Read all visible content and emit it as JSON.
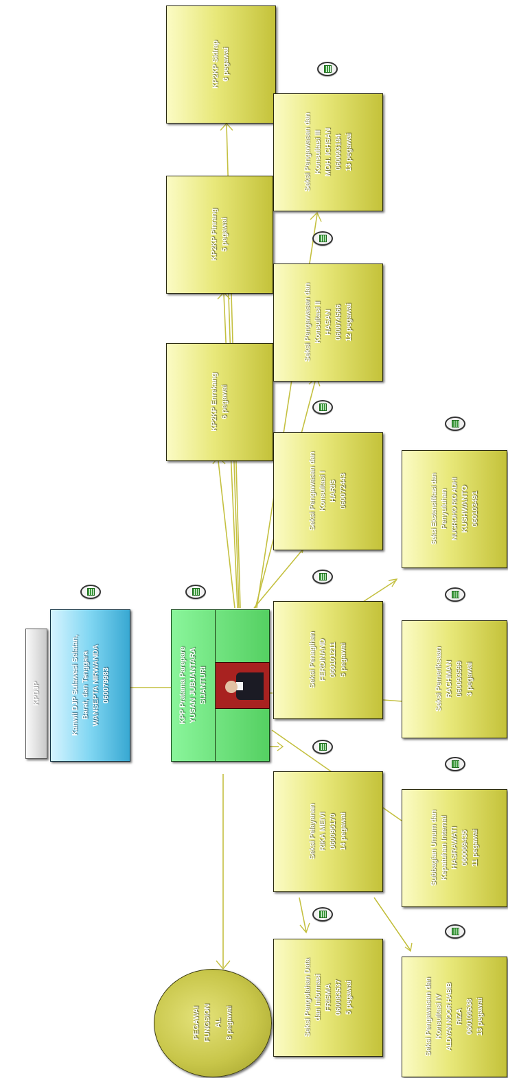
{
  "org_chart": {
    "nodes": {
      "kpdjp": {
        "lines": [
          "KPDJP"
        ]
      },
      "kanwil": {
        "lines": [
          "Kanwil DJP Sulawesi Selatan,",
          "Barat, dan Tenggara",
          "WANSEPTA NIRWANDA",
          "060079983"
        ]
      },
      "kpp": {
        "lines": [
          "KPP Pratama Parepare",
          "YUSAN JUBJANTARA",
          "SIJANTURI"
        ]
      },
      "kp2kp_enrekang": {
        "lines": [
          "KP2KP Enrekang",
          "6 pegawai"
        ]
      },
      "kp2kp_pinrang": {
        "lines": [
          "KP2KP Pinrang",
          "5 pegawai"
        ]
      },
      "kp2kp_sidrap": {
        "lines": [
          "KP2KP Sidrap",
          "6 pegawai"
        ]
      },
      "waskon1": {
        "lines": [
          "Seksi Pengawasan dan",
          "Konsultasi I",
          "HARIS",
          "060072443"
        ]
      },
      "waskon2": {
        "lines": [
          "Seksi Pengawasan dan",
          "Konsultasi II",
          "HASAN",
          "060074566",
          "12 pegawai"
        ]
      },
      "waskon3": {
        "lines": [
          "Seksi Pengawasan dan",
          "Konsultasi III",
          "MOH. ICHSAN",
          "060093194",
          "13 pegawai"
        ]
      },
      "penagihan": {
        "lines": [
          "Seksi Penagihan",
          "FERDINAND",
          "060101211",
          "5 pegawai"
        ]
      },
      "pelayanan": {
        "lines": [
          "Seksi Pelayanan",
          "RIKA MEIVI",
          "060095170",
          "14 pegawai"
        ]
      },
      "pdi": {
        "lines": [
          "Seksi Pengolahan Data",
          "dan Informasi",
          "FRISMA",
          "060083537",
          "5 pegawai"
        ]
      },
      "ekstensifikasi": {
        "lines": [
          "Seksi Ekstensifikasi dan",
          "Penyuluhan",
          "NUGROHO RIO ADHI",
          "KUSHWANTO",
          "060103491"
        ]
      },
      "pemeriksaan": {
        "lines": [
          "Seksi Pemeriksaan",
          "RACHMAN",
          "060093599",
          "3 pegawai"
        ]
      },
      "umum": {
        "lines": [
          "Subbagian Umum dan",
          "Kepatuhan Internal",
          "HASRAWATI",
          "060069435",
          "11 pegawai"
        ]
      },
      "waskon4": {
        "lines": [
          "Seksi Pengawasan dan",
          "Konsultasi IV",
          "ALDYAN NOOR HABIB",
          "RIZA",
          "060109538",
          "13 pegawai"
        ]
      },
      "fungsional": {
        "lines": [
          "PEGAWAI",
          "FUNGSION",
          "AL",
          "8 pegawai"
        ]
      }
    },
    "icons": {
      "calculator": "calculator-icon",
      "photo": "person-photo"
    },
    "colors": {
      "node_yellow": "#e8e87a",
      "node_green": "#55d062",
      "node_cyan": "#80d6f2",
      "node_grey": "#c9c9c9",
      "connector": "#c4c040"
    }
  }
}
